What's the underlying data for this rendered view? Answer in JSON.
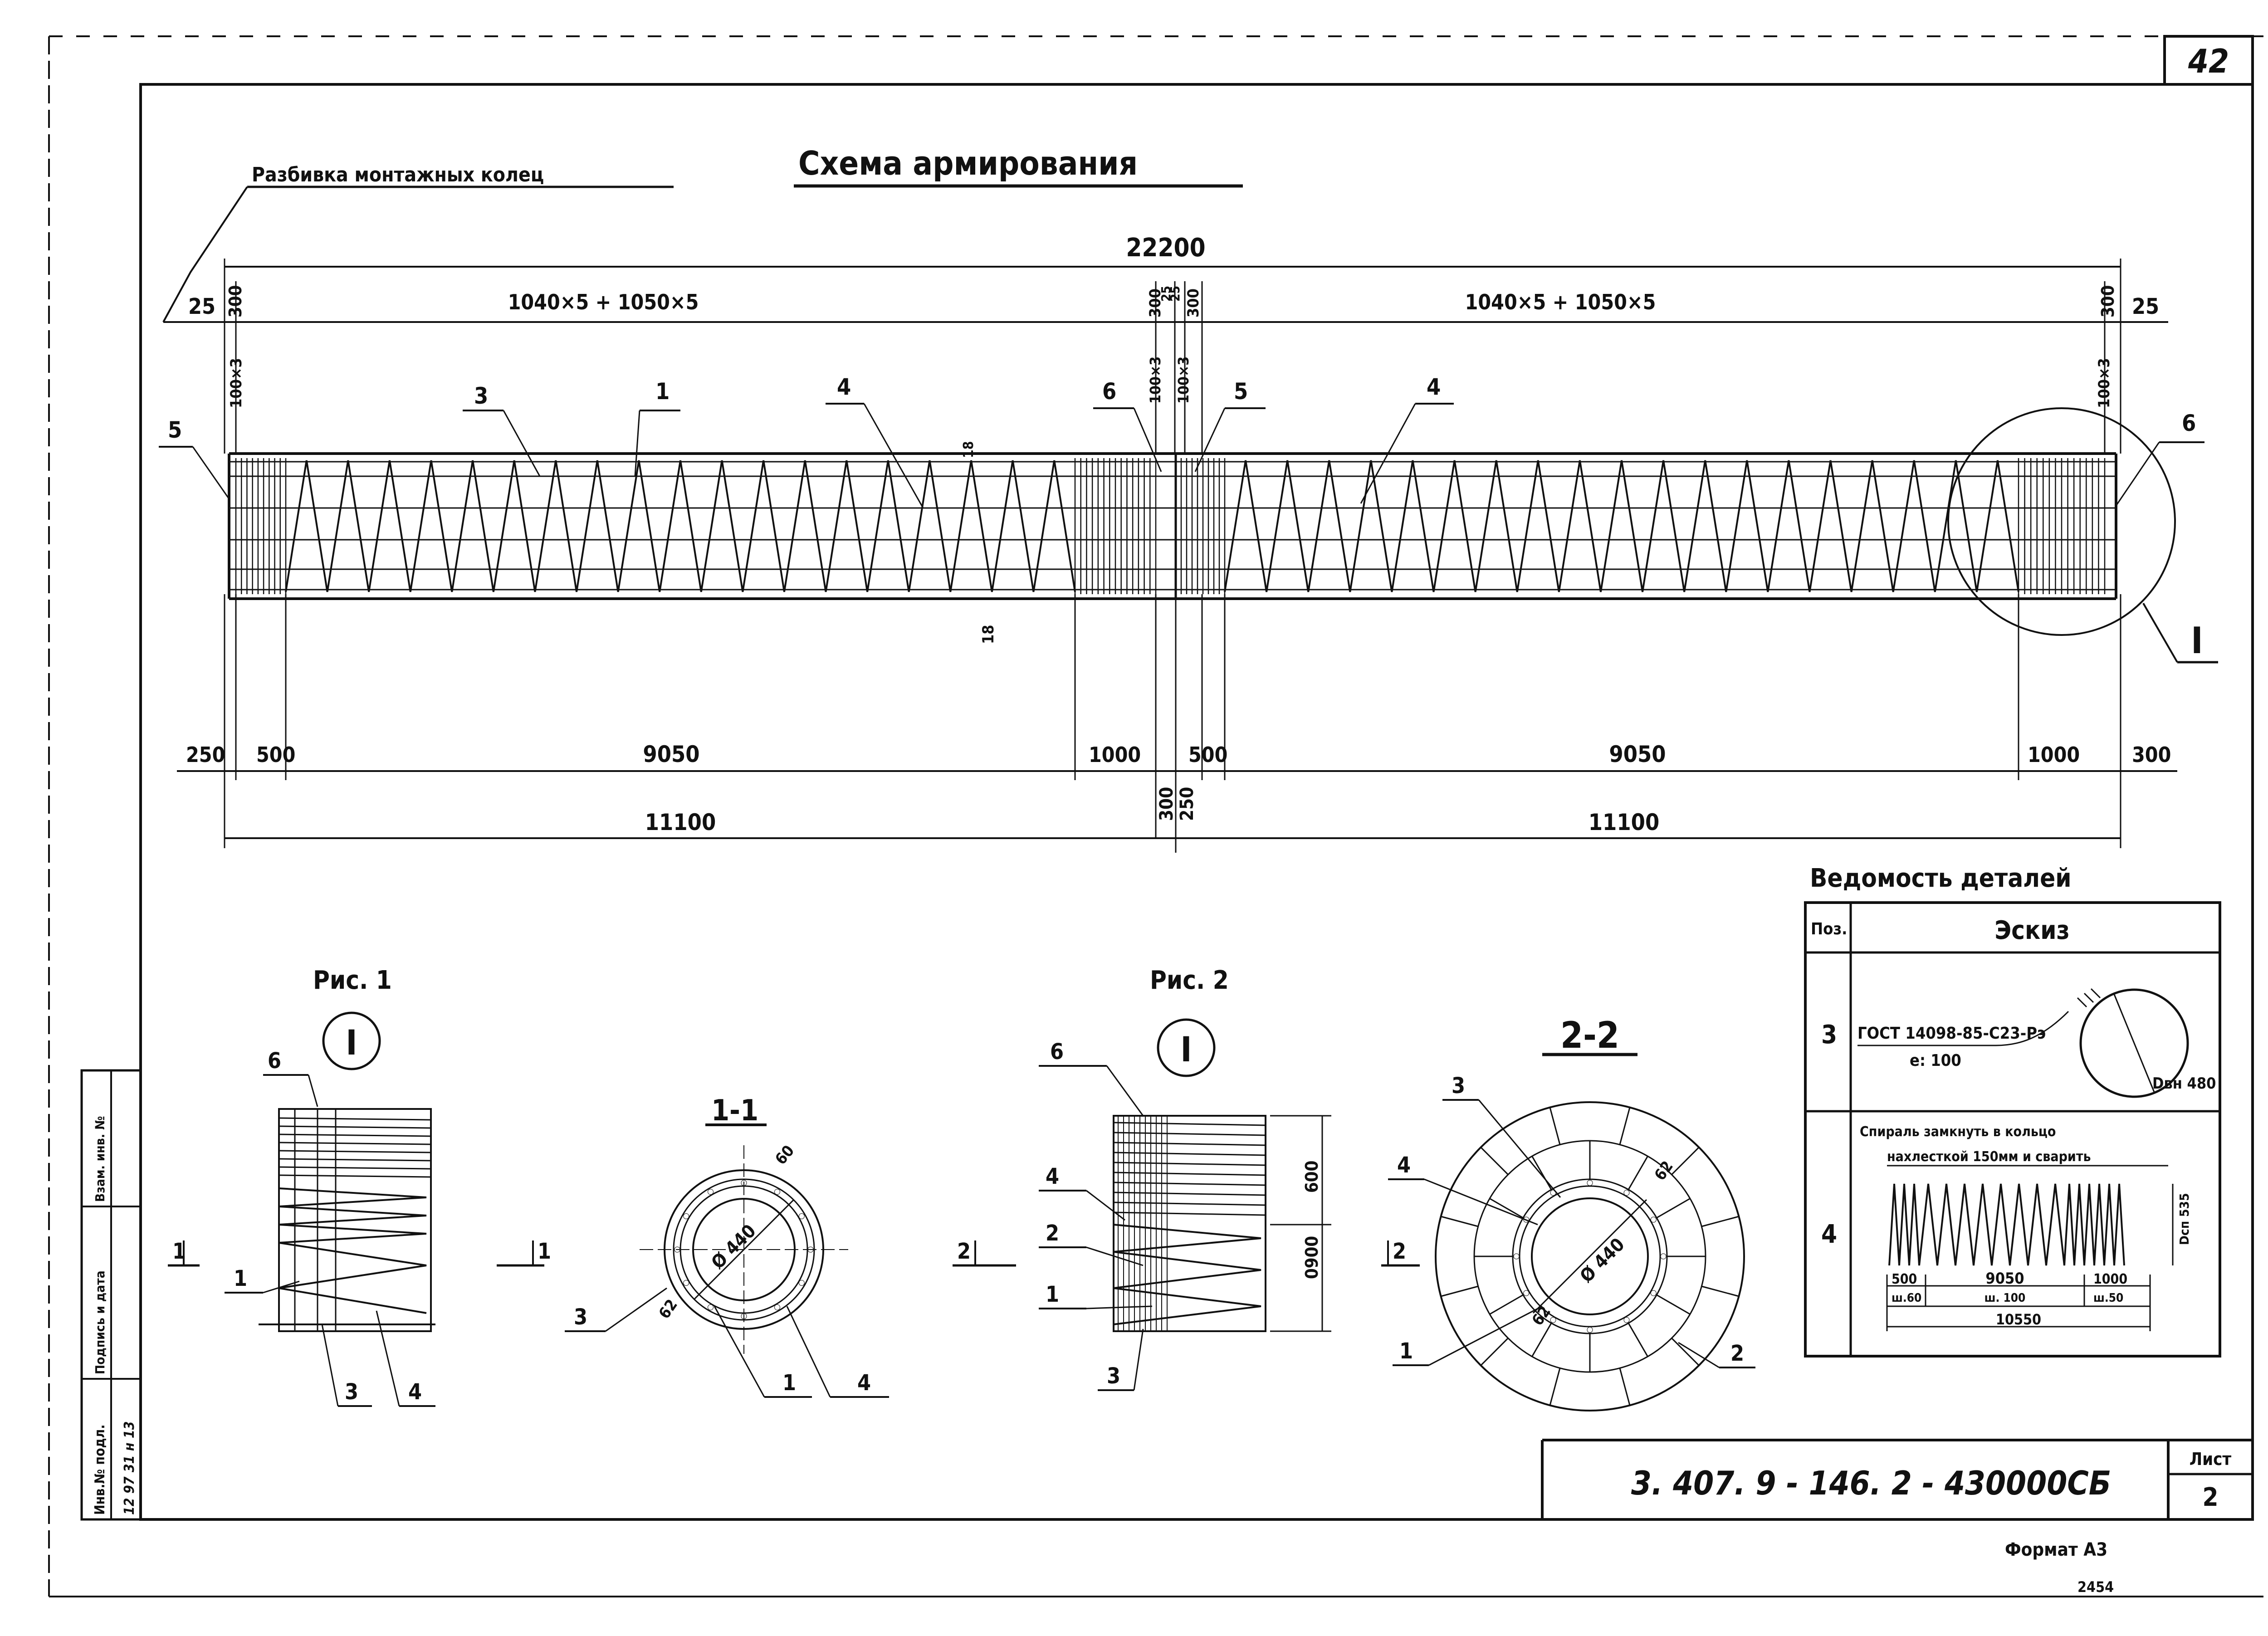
{
  "sheet_number": "42",
  "title": "Схема армирования",
  "leader_title": "Разбивка монтажных колец",
  "dims": {
    "total": "22200",
    "half_left": "11100",
    "half_right": "11100",
    "rings_left": "1040×5 + 1050×5",
    "rings_right": "1040×5 + 1050×5",
    "end_25_left": "25",
    "end_25_right": "25",
    "ring_300_left": "300",
    "ring_300_right": "300",
    "ring_300_mid_a": "300",
    "ring_300_mid_b": "300",
    "ring_100x3_a": "100×3",
    "ring_100x3_b": "100×3",
    "ring_100x3_c": "100×3",
    "ring_100x3_d": "100×3",
    "mid_25_a": "25",
    "mid_25_b": "25",
    "b250": "250",
    "b500_left": "500",
    "b9050_left": "9050",
    "b1000_left": "1000",
    "b300_mid": "300",
    "b250_mid": "250",
    "b500_right": "500",
    "b9050_right": "9050",
    "b1000_right": "1000",
    "b300_right": "300",
    "cover_top": "18",
    "cover_bot": "18"
  },
  "positions": {
    "p5_left": "5",
    "p3": "3",
    "p1": "1",
    "p4_left": "4",
    "p6_mid": "6",
    "p5_mid": "5",
    "p4_right": "4",
    "p6_right": "6",
    "detail_mark": "I"
  },
  "fig1": {
    "caption": "Рис. 1",
    "mark": "I",
    "l6": "6",
    "l1": "1",
    "l3": "3",
    "l4": "4",
    "cut": "1"
  },
  "section11": {
    "title": "1-1",
    "cut": "1",
    "dia": "Ø 440",
    "d60": "60",
    "d62": "62",
    "l3": "3",
    "l1": "1",
    "l4": "4"
  },
  "fig2": {
    "caption": "Рис. 2",
    "mark": "I",
    "l6": "6",
    "l4": "4",
    "l2": "2",
    "l1": "1",
    "l3": "3",
    "cut": "2",
    "d600": "600",
    "d900": "0900"
  },
  "section22": {
    "title": "2-2",
    "cut": "2",
    "dia": "Ø 440",
    "d62": "62",
    "d62b": "62",
    "l3": "3",
    "l4": "4",
    "l1": "1",
    "l2": "2"
  },
  "table": {
    "title": "Ведомость деталей",
    "col_pos": "Поз.",
    "col_sketch": "Эскиз",
    "rows": [
      {
        "pos": "3",
        "std": "ГОСТ 14098-85-С23-Рэ",
        "e": "е: 100",
        "dvn": "Dвн 480"
      },
      {
        "pos": "4",
        "note1": "Спираль замкнуть в кольцо",
        "note2": "нахлесткой 150мм и сварить",
        "dsp": "Dсп 535",
        "s500": "500",
        "s9050": "9050",
        "s1000": "1000",
        "p1": "ш.60",
        "p2": "ш. 100",
        "p3": "ш.50",
        "len": "10550"
      }
    ]
  },
  "stamp": {
    "code": "3. 407. 9 - 146. 2 - 430000СБ",
    "sheet_label": "Лист",
    "sheet": "2"
  },
  "side_box": {
    "t1": "Инв.№ подл.",
    "t2": "12 97 31 н 13",
    "t3": "Подпись и дата",
    "t4": "Взам. инв. №"
  },
  "format": "Формат А3",
  "archive_no": "2454"
}
